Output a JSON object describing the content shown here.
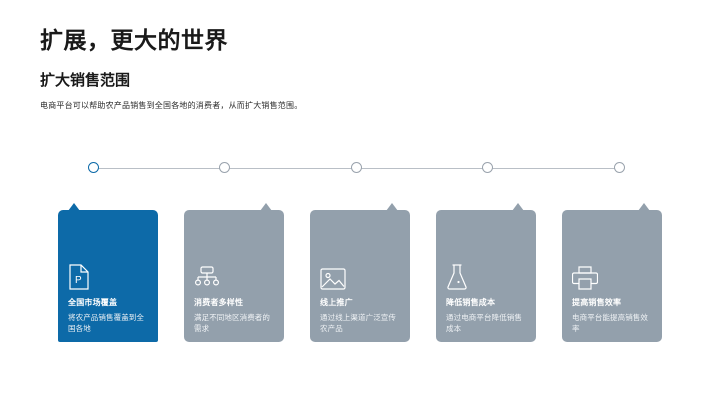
{
  "header": {
    "title": "扩展，更大的世界",
    "subtitle": "扩大销售范围",
    "description": "电商平台可以帮助农产品销售到全国各地的消费者，从而扩大销售范围。"
  },
  "theme": {
    "accent": "#0D6AA8",
    "card_gray": "#93A0AC",
    "line": "#b9bfc6",
    "title_color": "#1a1a1a"
  },
  "timeline": {
    "nodes": [
      {
        "state": "active"
      },
      {
        "state": "idle"
      },
      {
        "state": "idle"
      },
      {
        "state": "idle"
      },
      {
        "state": "idle"
      }
    ]
  },
  "cards": [
    {
      "icon": "document-p-icon",
      "title": "全国市场覆盖",
      "text": "将农产品销售覆盖到全国各地",
      "variant": "blue"
    },
    {
      "icon": "org-chart-icon",
      "title": "消费者多样性",
      "text": "满足不同地区消费者的需求",
      "variant": "gray"
    },
    {
      "icon": "image-icon",
      "title": "线上推广",
      "text": "通过线上渠道广泛宣传农产品",
      "variant": "gray"
    },
    {
      "icon": "flask-icon",
      "title": "降低销售成本",
      "text": "通过电商平台降低销售成本",
      "variant": "gray"
    },
    {
      "icon": "printer-icon",
      "title": "提高销售效率",
      "text": "电商平台能提高销售效率",
      "variant": "gray"
    }
  ]
}
